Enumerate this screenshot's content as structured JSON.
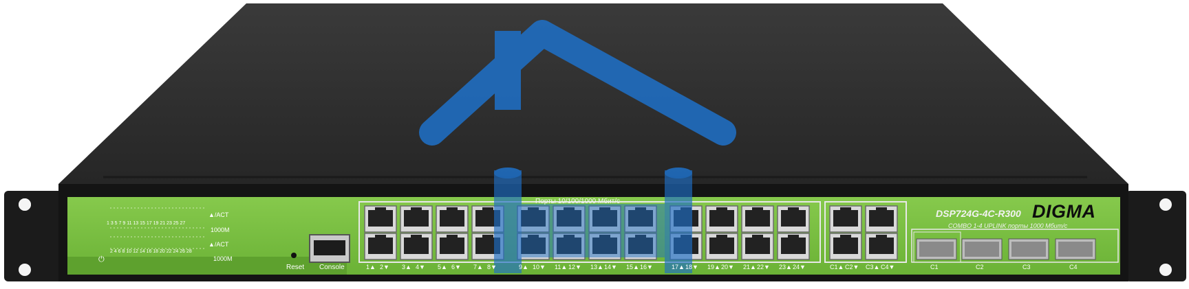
{
  "brand": "DIGMA",
  "model": "DSP724G-4C-R300",
  "combo_caption": "COMBO 1-4 UPLINK порты 1000 Мбит/с",
  "ports_caption": "Порты 10/100/1000 Мбит/с",
  "buttons": {
    "reset": "Reset",
    "console": "Console"
  },
  "led_panel": {
    "odd_numbers": "1 3 5 7 9 11 13 15 17 19 21 23 25 27",
    "even_numbers": "2 4 6 8 10 12 14 16 18 20 22 24 26 28",
    "act_top": "▲/ACT",
    "speed_top": "1000M",
    "act_bottom": "▲/ACT",
    "speed_bottom": "1000M"
  },
  "port_labels": [
    "1▲",
    "2▼",
    "3▲",
    "4▼",
    "5▲",
    "6▼",
    "7▲",
    "8▼",
    "9▲",
    "10▼",
    "11▲",
    "12▼",
    "13▲",
    "14▼",
    "15▲",
    "16▼",
    "17▲",
    "18▼",
    "19▲",
    "20▼",
    "21▲",
    "22▼",
    "23▲",
    "24▼"
  ],
  "combo_port_labels": [
    "C1▲",
    "C2▼",
    "C3▲",
    "C4▼"
  ],
  "sfp_labels": [
    "C1",
    "C2",
    "C3",
    "C4"
  ],
  "colors": {
    "chassis": "#2f2f2f",
    "panel_green": "#7cc242",
    "home_overlay": "#1f6fc4"
  },
  "overlay_icon": "home-icon"
}
